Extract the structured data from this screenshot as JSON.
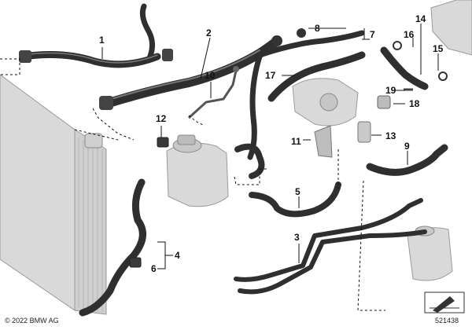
{
  "callouts": [
    "1",
    "2",
    "3",
    "4",
    "5",
    "6",
    "7",
    "8",
    "9",
    "10",
    "11",
    "12",
    "13",
    "14",
    "15",
    "16",
    "17",
    "18",
    "19"
  ],
  "footer": {
    "copyright": "© 2022 BMW AG",
    "diagram_id": "521438"
  },
  "colors": {
    "hose": "#2f2f2f",
    "part_fill": "#d9d9d9",
    "line": "#111111"
  }
}
